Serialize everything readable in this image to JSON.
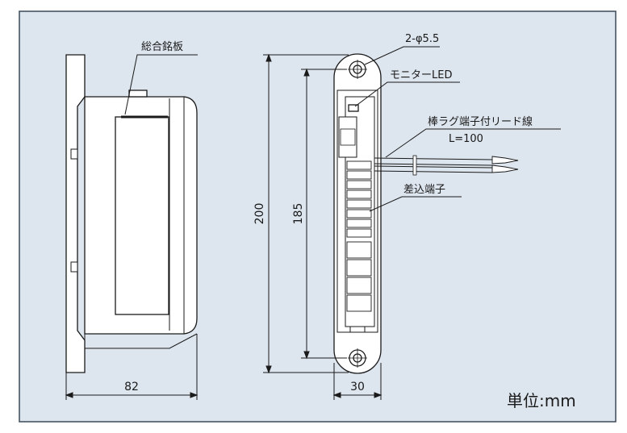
{
  "labels": {
    "nameplate": "総合銘板",
    "mounting_holes": "2-φ5.5",
    "monitor_led": "モニターLED",
    "lead_wire": "棒ラグ端子付リード線",
    "lead_length": "L=100",
    "plug_terminal": "差込端子",
    "unit": "単位:mm"
  },
  "dimensions": {
    "height_total": "200",
    "height_mount": "185",
    "width_side": "82",
    "width_front": "30"
  },
  "colors": {
    "background": "#dde5ee",
    "frame": "#3a4a58",
    "line": "#1a1a1a",
    "body_fill": "#ffffff"
  }
}
